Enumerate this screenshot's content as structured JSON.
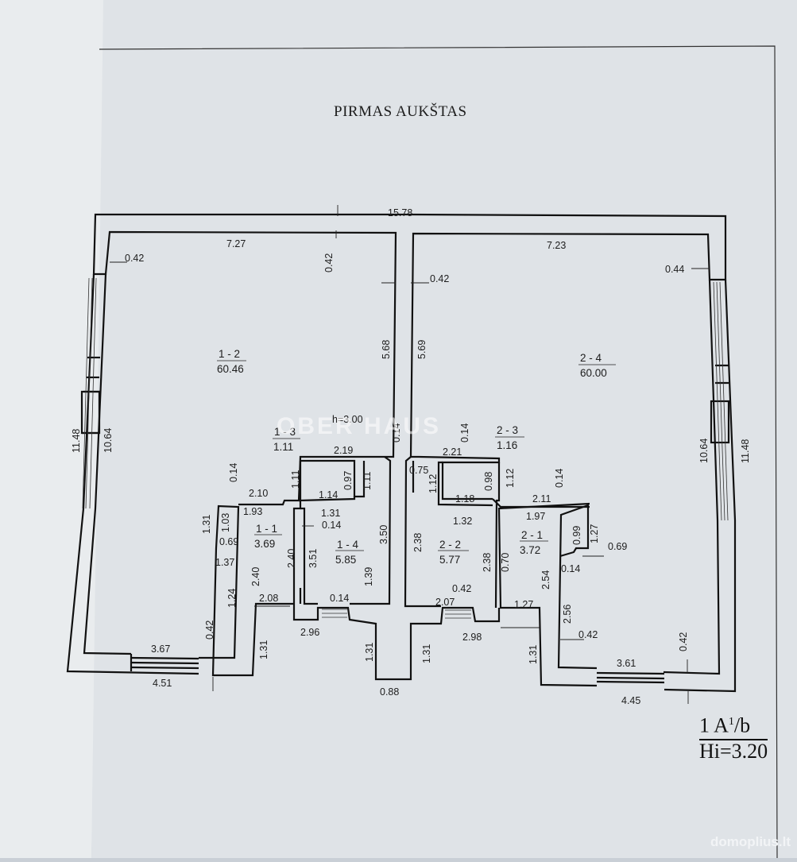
{
  "title": "PIRMAS AUKŠTAS",
  "watermark": "OBER HAUS",
  "site_logo": "domoplius.lt",
  "floor_code": {
    "line1": "1 A",
    "sup": "1",
    "suffix": "/b",
    "line2": "Hi=3.20"
  },
  "ceiling_height": "h=3.00",
  "rooms": [
    {
      "id": "1 - 2",
      "area": "60.46"
    },
    {
      "id": "2 - 4",
      "area": "60.00"
    },
    {
      "id": "1 - 3",
      "area": "1.11"
    },
    {
      "id": "2 - 3",
      "area": "1.16"
    },
    {
      "id": "1 - 1",
      "area": "3.69"
    },
    {
      "id": "1 - 4",
      "area": "5.85"
    },
    {
      "id": "2 - 2",
      "area": "5.77"
    },
    {
      "id": "2 - 1",
      "area": "3.72"
    }
  ],
  "dimensions": [
    "15.78",
    "7.27",
    "7.23",
    "0.42",
    "0.42",
    "0.42",
    "0.44",
    "5.68",
    "5.69",
    "11.48",
    "10.64",
    "10.64",
    "11.48",
    "0.14",
    "2.19",
    "0.14",
    "2.21",
    "0.75",
    "1.11",
    "0.97",
    "1.11",
    "1.12",
    "0.98",
    "1.12",
    "0.14",
    "0.14",
    "2.10",
    "1.93",
    "1.14",
    "1.31",
    "1.18",
    "1.32",
    "2.11",
    "1.97",
    "1.31",
    "1.03",
    "0.69",
    "0.14",
    "0.99",
    "1.27",
    "0.69",
    "1.37",
    "2.40",
    "2.40",
    "3.51",
    "3.50",
    "2.38",
    "2.38",
    "0.70",
    "0.14",
    "0.42",
    "1.39",
    "2.54",
    "1.24",
    "2.08",
    "0.14",
    "2.07",
    "1.27",
    "2.96",
    "2.98",
    "0.42",
    "2.56",
    "0.42",
    "0.42",
    "1.31",
    "1.31",
    "1.31",
    "1.31",
    "3.67",
    "3.61",
    "4.51",
    "4.45",
    "0.88",
    "0.42"
  ]
}
